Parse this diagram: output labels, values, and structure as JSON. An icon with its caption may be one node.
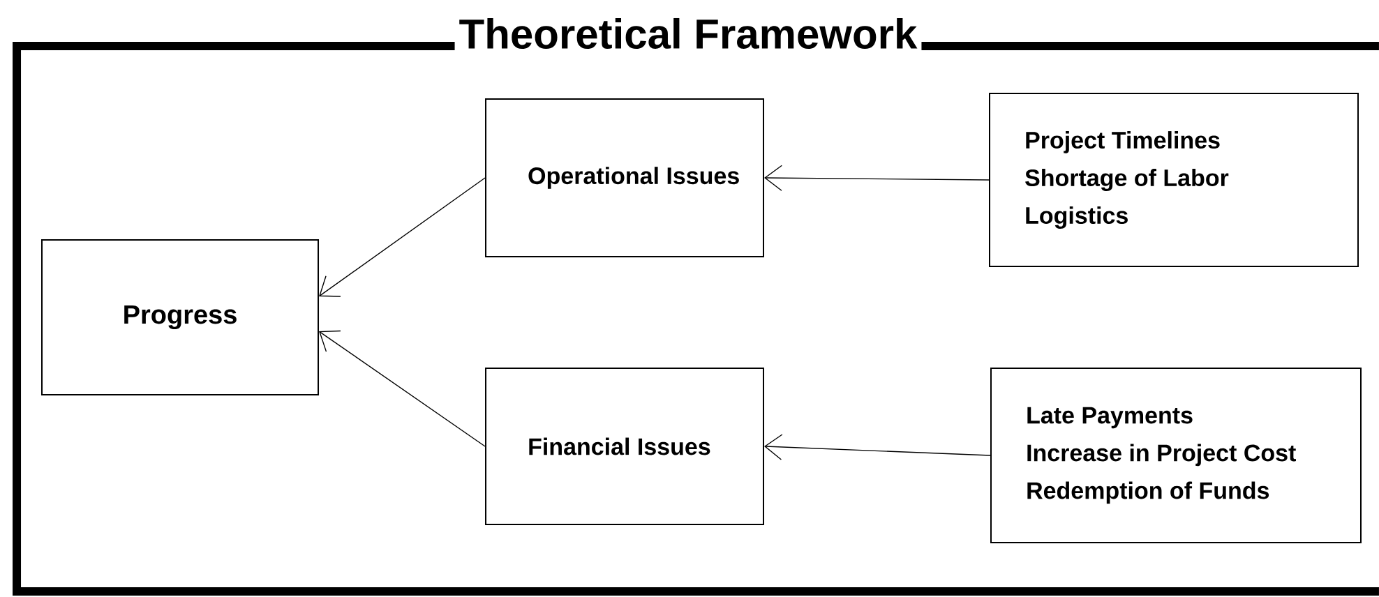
{
  "diagram": {
    "title": "Theoretical Framework",
    "nodes": [
      {
        "text": [
          "Progress"
        ]
      },
      {
        "text": [
          "Operational Issues"
        ]
      },
      {
        "text": [
          "Project Timelines",
          "Shortage of Labor",
          "Logistics"
        ]
      },
      {
        "text": [
          "Financial Issues"
        ]
      },
      {
        "text": [
          "Late Payments",
          "Increase in Project Cost",
          "Redemption of Funds"
        ]
      }
    ],
    "edges": [
      {
        "from": 1,
        "to": 0,
        "arrow": "to"
      },
      {
        "from": 2,
        "to": 1,
        "arrow": "to"
      },
      {
        "from": 3,
        "to": 0,
        "arrow": "to"
      },
      {
        "from": 4,
        "to": 3,
        "arrow": "to"
      }
    ]
  }
}
